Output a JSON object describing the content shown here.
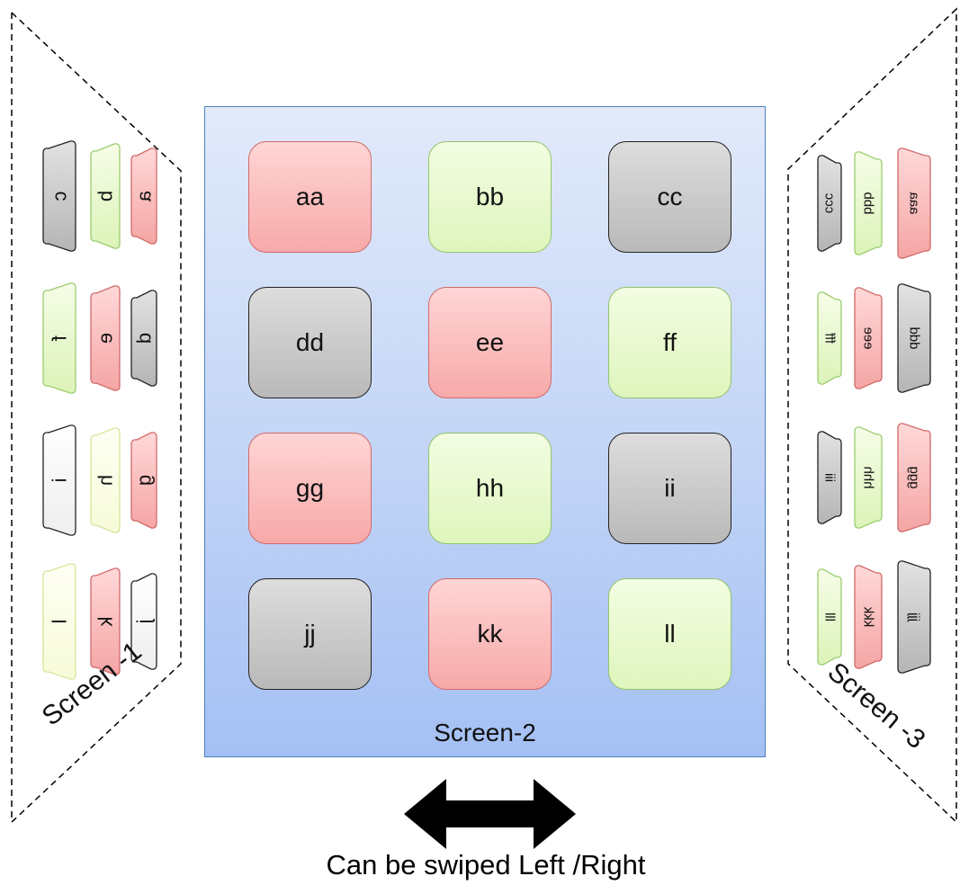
{
  "center_screen": {
    "label": "Screen-2",
    "tiles": [
      {
        "text": "aa",
        "color": "red"
      },
      {
        "text": "bb",
        "color": "green"
      },
      {
        "text": "cc",
        "color": "gray"
      },
      {
        "text": "dd",
        "color": "gray"
      },
      {
        "text": "ee",
        "color": "red"
      },
      {
        "text": "ff",
        "color": "green"
      },
      {
        "text": "gg",
        "color": "red"
      },
      {
        "text": "hh",
        "color": "green"
      },
      {
        "text": "ii",
        "color": "gray"
      },
      {
        "text": "jj",
        "color": "gray"
      },
      {
        "text": "kk",
        "color": "red"
      },
      {
        "text": "ll",
        "color": "green"
      }
    ]
  },
  "left_screen": {
    "label": "Screen -1",
    "tiles": [
      {
        "text": "c",
        "color": "gray"
      },
      {
        "text": "b",
        "color": "green"
      },
      {
        "text": "a",
        "color": "red"
      },
      {
        "text": "f",
        "color": "green"
      },
      {
        "text": "e",
        "color": "red"
      },
      {
        "text": "d",
        "color": "gray"
      },
      {
        "text": "i",
        "color": "white"
      },
      {
        "text": "h",
        "color": "yellow"
      },
      {
        "text": "g",
        "color": "red"
      },
      {
        "text": "l",
        "color": "yellow"
      },
      {
        "text": "k",
        "color": "red"
      },
      {
        "text": "j",
        "color": "white"
      }
    ]
  },
  "right_screen": {
    "label": "Screen -3",
    "tiles": [
      {
        "text": "ccc",
        "color": "gray"
      },
      {
        "text": "bbb",
        "color": "green"
      },
      {
        "text": "aaa",
        "color": "red"
      },
      {
        "text": "fff",
        "color": "green"
      },
      {
        "text": "eee",
        "color": "red"
      },
      {
        "text": "ddd",
        "color": "gray"
      },
      {
        "text": "iii",
        "color": "gray"
      },
      {
        "text": "hhh",
        "color": "green"
      },
      {
        "text": "ggg",
        "color": "red"
      },
      {
        "text": "lll",
        "color": "green"
      },
      {
        "text": "kkk",
        "color": "red"
      },
      {
        "text": "jjj",
        "color": "gray"
      }
    ]
  },
  "colors": {
    "red": "#f7b3b3",
    "green": "#e6f8c9",
    "gray": "#c9c9c9",
    "white": "#ffffff",
    "yellow": "#fbfde8",
    "screen_border": "#4f81bd"
  },
  "caption": "Can be swiped Left /Right",
  "arrow": "double-arrow-left-right"
}
